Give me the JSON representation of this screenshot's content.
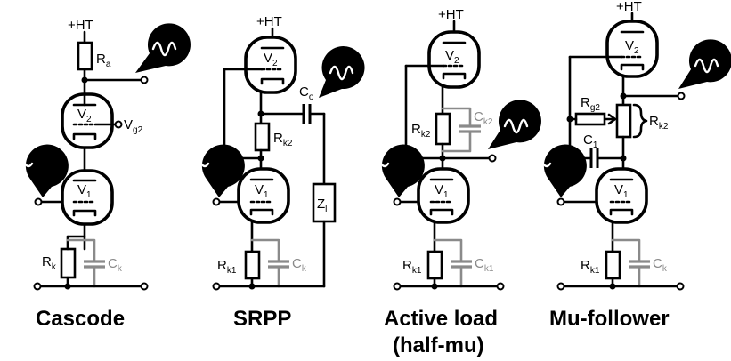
{
  "supply_label": "+HT",
  "circuits": [
    {
      "title": "Cascode",
      "components": {
        "ra": "R",
        "ra_sub": "a",
        "v2": "V",
        "v2_sub": "2",
        "vg2": "V",
        "vg2_sub": "g2",
        "v1": "V",
        "v1_sub": "1",
        "rk": "R",
        "rk_sub": "k",
        "ck": "C",
        "ck_sub": "k"
      }
    },
    {
      "title": "SRPP",
      "components": {
        "v2": "V",
        "v2_sub": "2",
        "co": "C",
        "co_sub": "o",
        "rk2": "R",
        "rk2_sub": "k2",
        "v1": "V",
        "v1_sub": "1",
        "zl": "Z",
        "zl_sub": "l",
        "rk1": "R",
        "rk1_sub": "k1",
        "ck": "C",
        "ck_sub": "k"
      }
    },
    {
      "title_lines": [
        "Active load",
        "(half-mu)"
      ],
      "components": {
        "v2": "V",
        "v2_sub": "2",
        "rk2": "R",
        "rk2_sub": "k2",
        "ck2": "C",
        "ck2_sub": "k2",
        "v1": "V",
        "v1_sub": "1",
        "rk1": "R",
        "rk1_sub": "k1",
        "ck1": "C",
        "ck1_sub": "k1"
      }
    },
    {
      "title": "Mu-follower",
      "components": {
        "v2": "V",
        "v2_sub": "2",
        "rg2": "R",
        "rg2_sub": "g2",
        "rk2": "R",
        "rk2_sub": "k2",
        "c1": "C",
        "c1_sub": "1",
        "v1": "V",
        "v1_sub": "1",
        "rk1": "R",
        "rk1_sub": "k1",
        "ck": "C",
        "ck_sub": "k"
      }
    }
  ]
}
